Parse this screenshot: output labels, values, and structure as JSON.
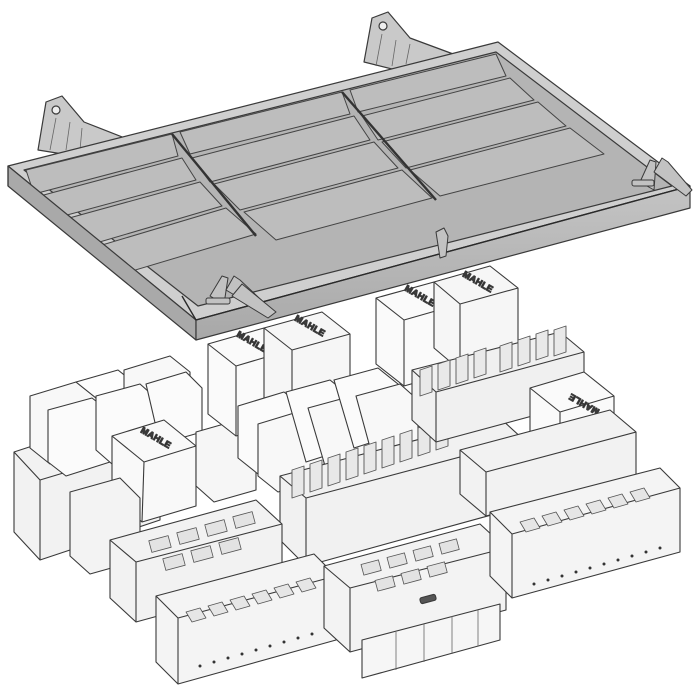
{
  "figure": {
    "type": "exploded-view technical illustration",
    "subject": "automotive relay and fuse box",
    "colors": {
      "background": "#ffffff",
      "lid_fill": "#b9b9b9",
      "lid_dark": "#9a9a9a",
      "lid_light": "#cfcfcf",
      "module_fill": "#f4f4f4",
      "module_shade": "#e2e2e2",
      "outline": "#3a3a3a"
    }
  },
  "lid": {
    "name": "cover tray",
    "compartments_rows": 4,
    "compartments_columns": 3,
    "mounting_tabs": 2,
    "latch_clips": 3
  },
  "relays": {
    "brand_label": "MAHLE",
    "count_labeled": 6
  },
  "modules": [
    {
      "name": "left relay block"
    },
    {
      "name": "center relay block"
    },
    {
      "name": "right relay block"
    },
    {
      "name": "left fuse connector"
    },
    {
      "name": "center fuse connector"
    },
    {
      "name": "right fuse connector"
    }
  ]
}
